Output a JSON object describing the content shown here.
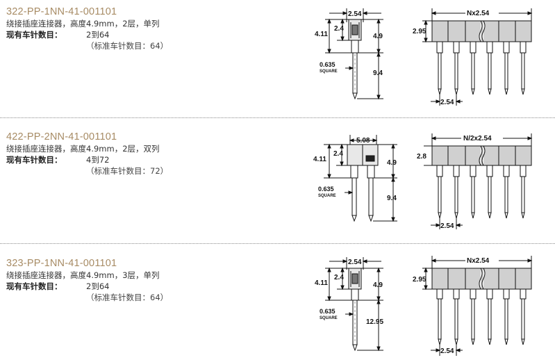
{
  "sections": [
    {
      "part_number": "322-PP-1NN-41-001101",
      "description": "绕接插座连接器，高度4.9mm，2层，单列",
      "pin_label": "现有车针数目：",
      "pin_range": "2到64",
      "standard": "（标准车针数目：64）",
      "side_view": {
        "top_width": "2.54",
        "upper_left": "2.4",
        "outer_left": "4.11",
        "right_upper": "4.9",
        "pin_dia": "0.635",
        "pin_dia_note": "SQUARE",
        "right_lower": "9.4"
      },
      "front_view": {
        "width": "Nx2.54",
        "height": "2.95",
        "pitch": "2.54"
      }
    },
    {
      "part_number": "422-PP-2NN-41-001101",
      "description": "绕接插座连接器，高度4.9mm，2层，双列",
      "pin_label": "现有车针数目：",
      "pin_range": "4到72",
      "standard": "（标准车针数目：72）",
      "side_view": {
        "top_width": "5.08",
        "upper_left": "2.4",
        "outer_left": "4.11",
        "right_upper": "4.9",
        "pin_dia": "0.635",
        "pin_dia_note": "SQUARE",
        "right_lower": "9.4"
      },
      "front_view": {
        "width": "N/2x2.54",
        "height": "2.8",
        "pitch": "2.54"
      }
    },
    {
      "part_number": "323-PP-1NN-41-001101",
      "description": "绕接插座连接器，高度4.9mm，3层，单列",
      "pin_label": "现有车针数目：",
      "pin_range": "2到64",
      "standard": "（标准车针数目：64）",
      "side_view": {
        "top_width": "2.54",
        "upper_left": "2.4",
        "outer_left": "4.11",
        "right_upper": "4.9",
        "pin_dia": "0.635",
        "pin_dia_note": "SQUARE",
        "right_lower": "12.95"
      },
      "front_view": {
        "width": "Nx2.54",
        "height": "2.95",
        "pitch": "2.54"
      }
    }
  ]
}
